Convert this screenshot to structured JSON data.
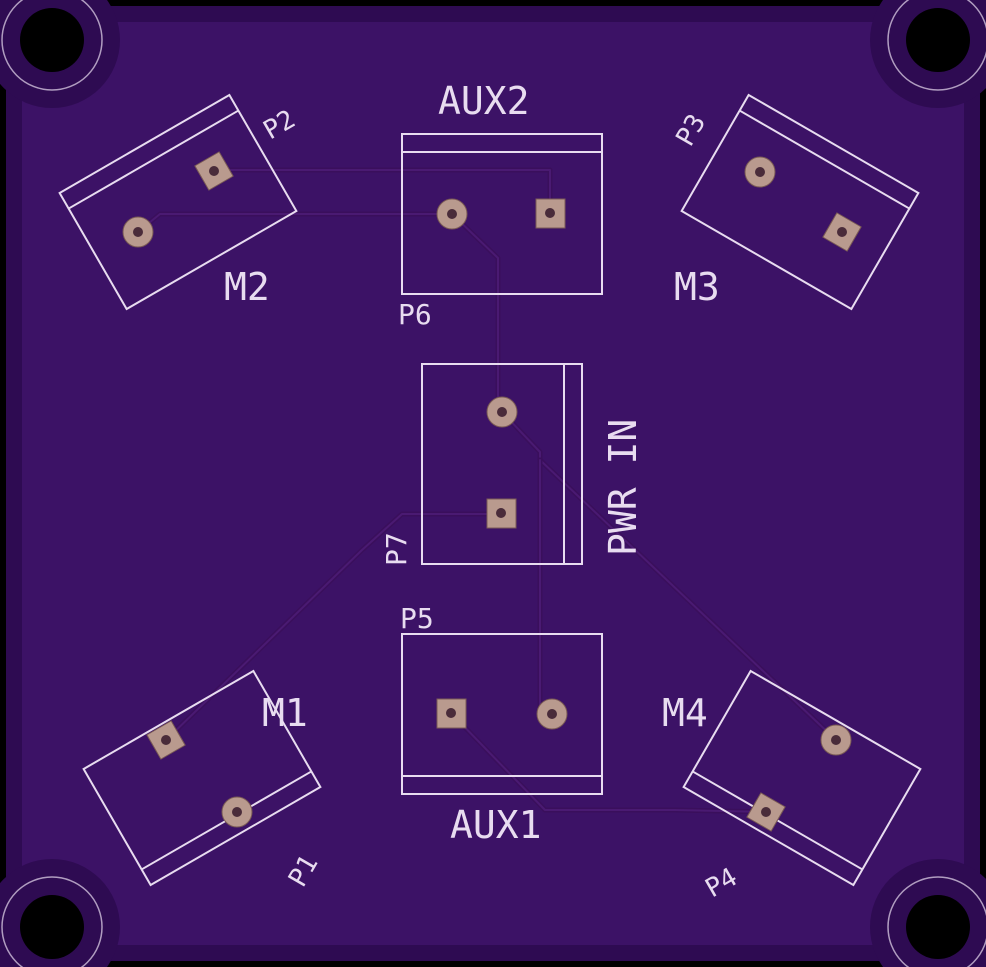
{
  "board": {
    "colors": {
      "substrate": "#3c1266",
      "edge": "#2a0a4a",
      "silkscreen": "#e8dcf0",
      "pad": "#b99a8e",
      "mount_hole": "#000000"
    }
  },
  "connectors": {
    "m2": {
      "label": "M2",
      "ref": "P2"
    },
    "m3": {
      "label": "M3",
      "ref": "P3"
    },
    "m1": {
      "label": "M1",
      "ref": "P1"
    },
    "m4": {
      "label": "M4",
      "ref": "P4"
    },
    "aux2": {
      "label": "AUX2",
      "ref": "P6"
    },
    "aux1": {
      "label": "AUX1",
      "ref": "P5"
    },
    "pwr": {
      "label": "PWR IN",
      "ref": "P7"
    }
  }
}
